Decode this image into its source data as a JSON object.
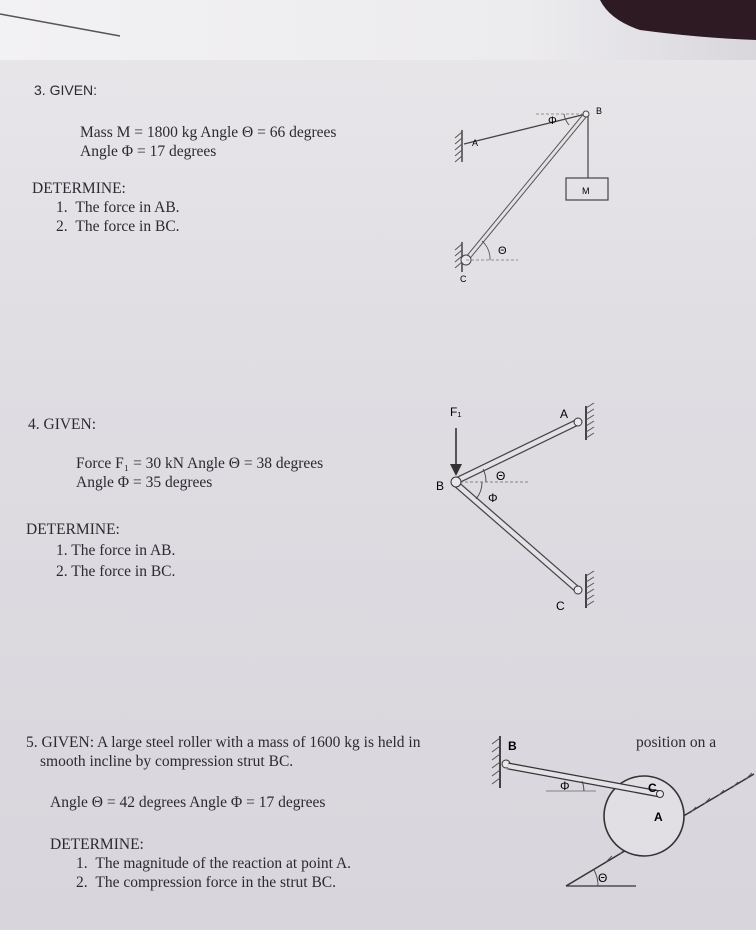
{
  "problems": [
    {
      "number": "3.",
      "given_label": "GIVEN:",
      "given_lines": [
        "Mass M = 1800 kg Angle Θ = 66 degrees",
        "Angle Φ = 17 degrees"
      ],
      "determine_label": "DETERMINE:",
      "determine_items": [
        {
          "num": "1.",
          "text": "The force in AB."
        },
        {
          "num": "2.",
          "text": "The force in BC."
        }
      ],
      "diagram_labels": {
        "A": "A",
        "B": "B",
        "C": "C",
        "M": "M",
        "phi": "Φ",
        "theta": "Θ"
      }
    },
    {
      "number": "4.",
      "given_label": "GIVEN:",
      "given_lines": [
        "Force F₁ = 30 kN Angle Θ = 38 degrees",
        "Angle Φ = 35 degrees"
      ],
      "determine_label": "DETERMINE:",
      "determine_items": [
        {
          "num": "1.",
          "text": "The force in AB."
        },
        {
          "num": "2.",
          "text": "The force in BC."
        }
      ],
      "diagram_labels": {
        "F1": "F₁",
        "A": "A",
        "B": "B",
        "C": "C",
        "theta": "Θ",
        "phi": "Φ"
      }
    },
    {
      "number": "5.",
      "given_text_line1": "GIVEN: A large steel roller with a mass of 1600 kg is held in",
      "given_text_line1_tail": "position on a",
      "given_text_line2": "smooth incline by compression strut BC.",
      "given_lines": [
        "Angle Θ = 42 degrees Angle Φ = 17 degrees"
      ],
      "determine_label": "DETERMINE:",
      "determine_items": [
        {
          "num": "1.",
          "text": "The magnitude of the reaction at point A."
        },
        {
          "num": "2.",
          "text": "The compression force in the strut BC."
        }
      ],
      "diagram_labels": {
        "B": "B",
        "C": "C",
        "A": "A",
        "phi": "Φ",
        "theta": "Θ"
      }
    }
  ]
}
